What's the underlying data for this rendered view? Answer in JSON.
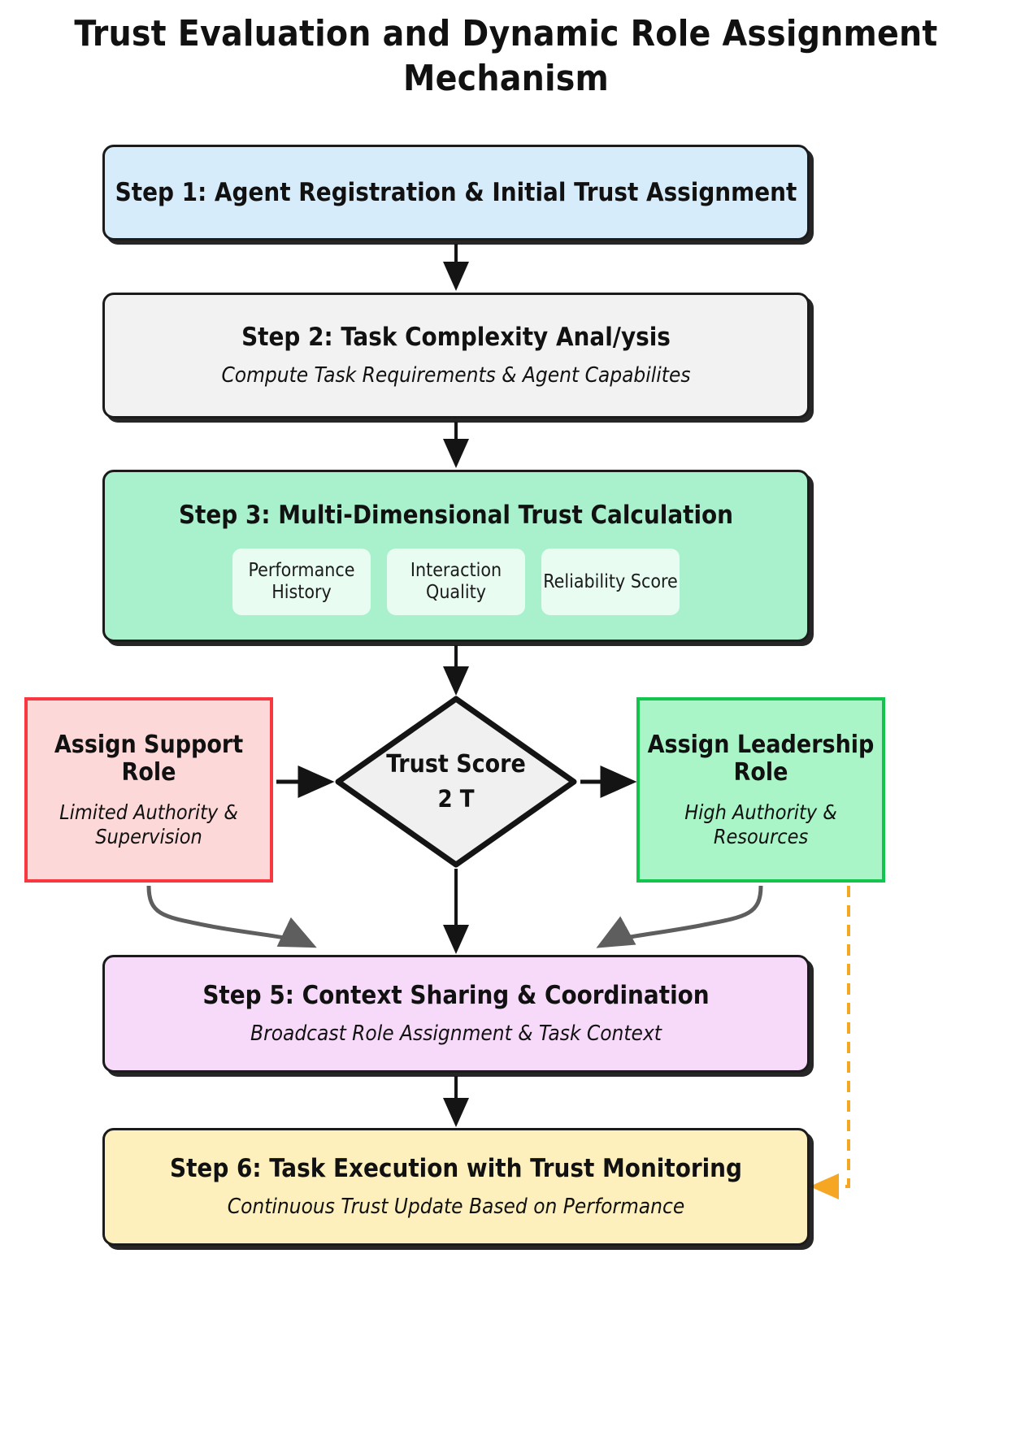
{
  "diagram": {
    "title": "Trust Evaluation and Dynamic Role Assignment Mechanism",
    "type": "flowchart",
    "colors": {
      "step1_fill": "#d7ecfb",
      "step2_fill": "#f2f2f2",
      "step3_fill": "#a9f0cd",
      "subchip_fill": "#e9fcf2",
      "diamond_fill": "#f0f0f0",
      "support_fill": "#fcd8d8",
      "support_border": "#f8373f",
      "leadership_fill": "#a9f5c8",
      "leadership_border": "#15c44d",
      "step5_fill": "#f7daf9",
      "step6_fill": "#fdf0bd",
      "arrow_black": "#141414",
      "connector_gray": "#5e5e5e",
      "feedback_orange": "#f5a623"
    },
    "nodes": {
      "step1": {
        "title": "Step 1: Agent Registration & Initial Trust Assignment"
      },
      "step2": {
        "title": "Step 2: Task Complexity Anal/ysis",
        "subtitle": "Compute Task Requirements & Agent Capabilites"
      },
      "step3": {
        "title": "Step 3: Multi-Dimensional Trust Calculation",
        "factors": [
          "Performance History",
          "Interaction Quality",
          "Reliability Score"
        ]
      },
      "decision": {
        "title": "Trust Score",
        "threshold": "2 T"
      },
      "support_role": {
        "title": "Assign Support Role",
        "subtitle": "Limited Authority & Supervision"
      },
      "leadership_role": {
        "title": "Assign Leadership Role",
        "subtitle": "High Authority & Resources"
      },
      "step5": {
        "title": "Step 5: Context Sharing & Coordination",
        "subtitle": "Broadcast Role Assignment & Task Context"
      },
      "step6": {
        "title": "Step 6: Task Execution with Trust Monitoring",
        "subtitle": "Continuous Trust Update Based on Performance"
      }
    }
  }
}
